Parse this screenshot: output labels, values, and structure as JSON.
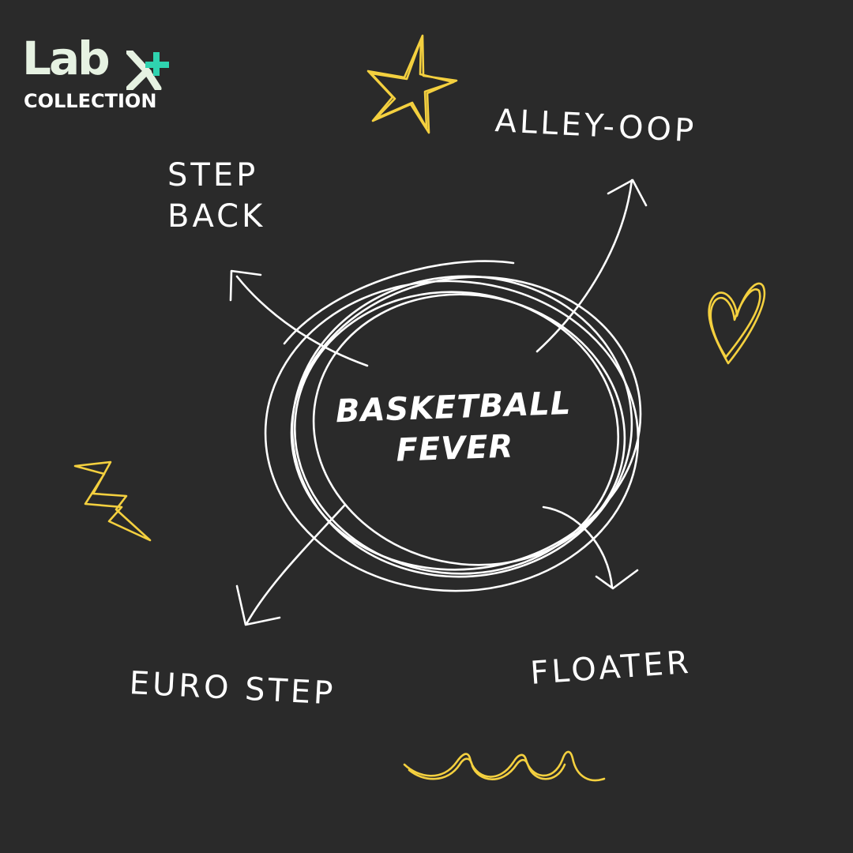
{
  "brand": {
    "logo_word": "Lab",
    "logo_sub": "COLLECTION",
    "logo_plus_color": "#2fd3b0",
    "logo_word_color": "#e6f2e2"
  },
  "title": {
    "line1": "BASKETBALL",
    "line2": "FEVER"
  },
  "labels": {
    "step_back_line1": "STEP",
    "step_back_line2": "BACK",
    "alley_oop": "ALLEY-OOP",
    "euro_step": "EURO STEP",
    "floater": "FLOATER"
  },
  "colors": {
    "background": "#2a2a2a",
    "ink": "#ffffff",
    "accent": "#f4d03f"
  },
  "icons": [
    "star-doodle-icon",
    "heart-doodle-icon",
    "lightning-doodle-icon",
    "wave-doodle-icon",
    "arrow-icon"
  ]
}
